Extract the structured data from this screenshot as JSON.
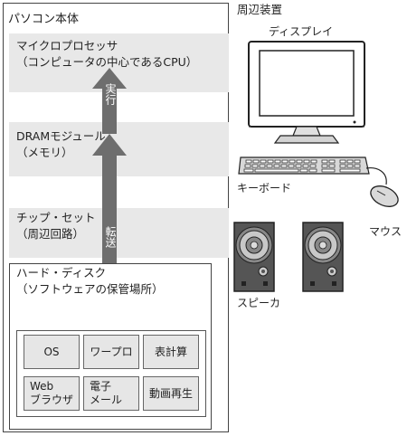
{
  "pc_body": {
    "title": "パソコン本体"
  },
  "layers": {
    "cpu": {
      "line1": "マイクロプロセッサ",
      "line2": "（コンピュータの中心であるCPU）"
    },
    "dram": {
      "line1": "DRAMモジュール",
      "line2": "（メモリ）"
    },
    "chipset": {
      "line1": "チップ・セット",
      "line2": "（周辺回路）"
    }
  },
  "arrows": {
    "execute": "実行",
    "transfer": "転送"
  },
  "storage": {
    "line1": "ハード・ディスク",
    "line2": "（ソフトウェアの保管場所）",
    "apps": [
      {
        "line1": "OS",
        "line2": ""
      },
      {
        "line1": "ワープロ",
        "line2": ""
      },
      {
        "line1": "表計算",
        "line2": ""
      },
      {
        "line1": "Web",
        "line2": "ブラウザ"
      },
      {
        "line1": "電子",
        "line2": "メール"
      },
      {
        "line1": "動画再生",
        "line2": ""
      }
    ]
  },
  "peripherals": {
    "title": "周辺装置",
    "display": "ディスプレイ",
    "keyboard": "キーボード",
    "mouse": "マウス",
    "speaker": "スピーカ"
  }
}
